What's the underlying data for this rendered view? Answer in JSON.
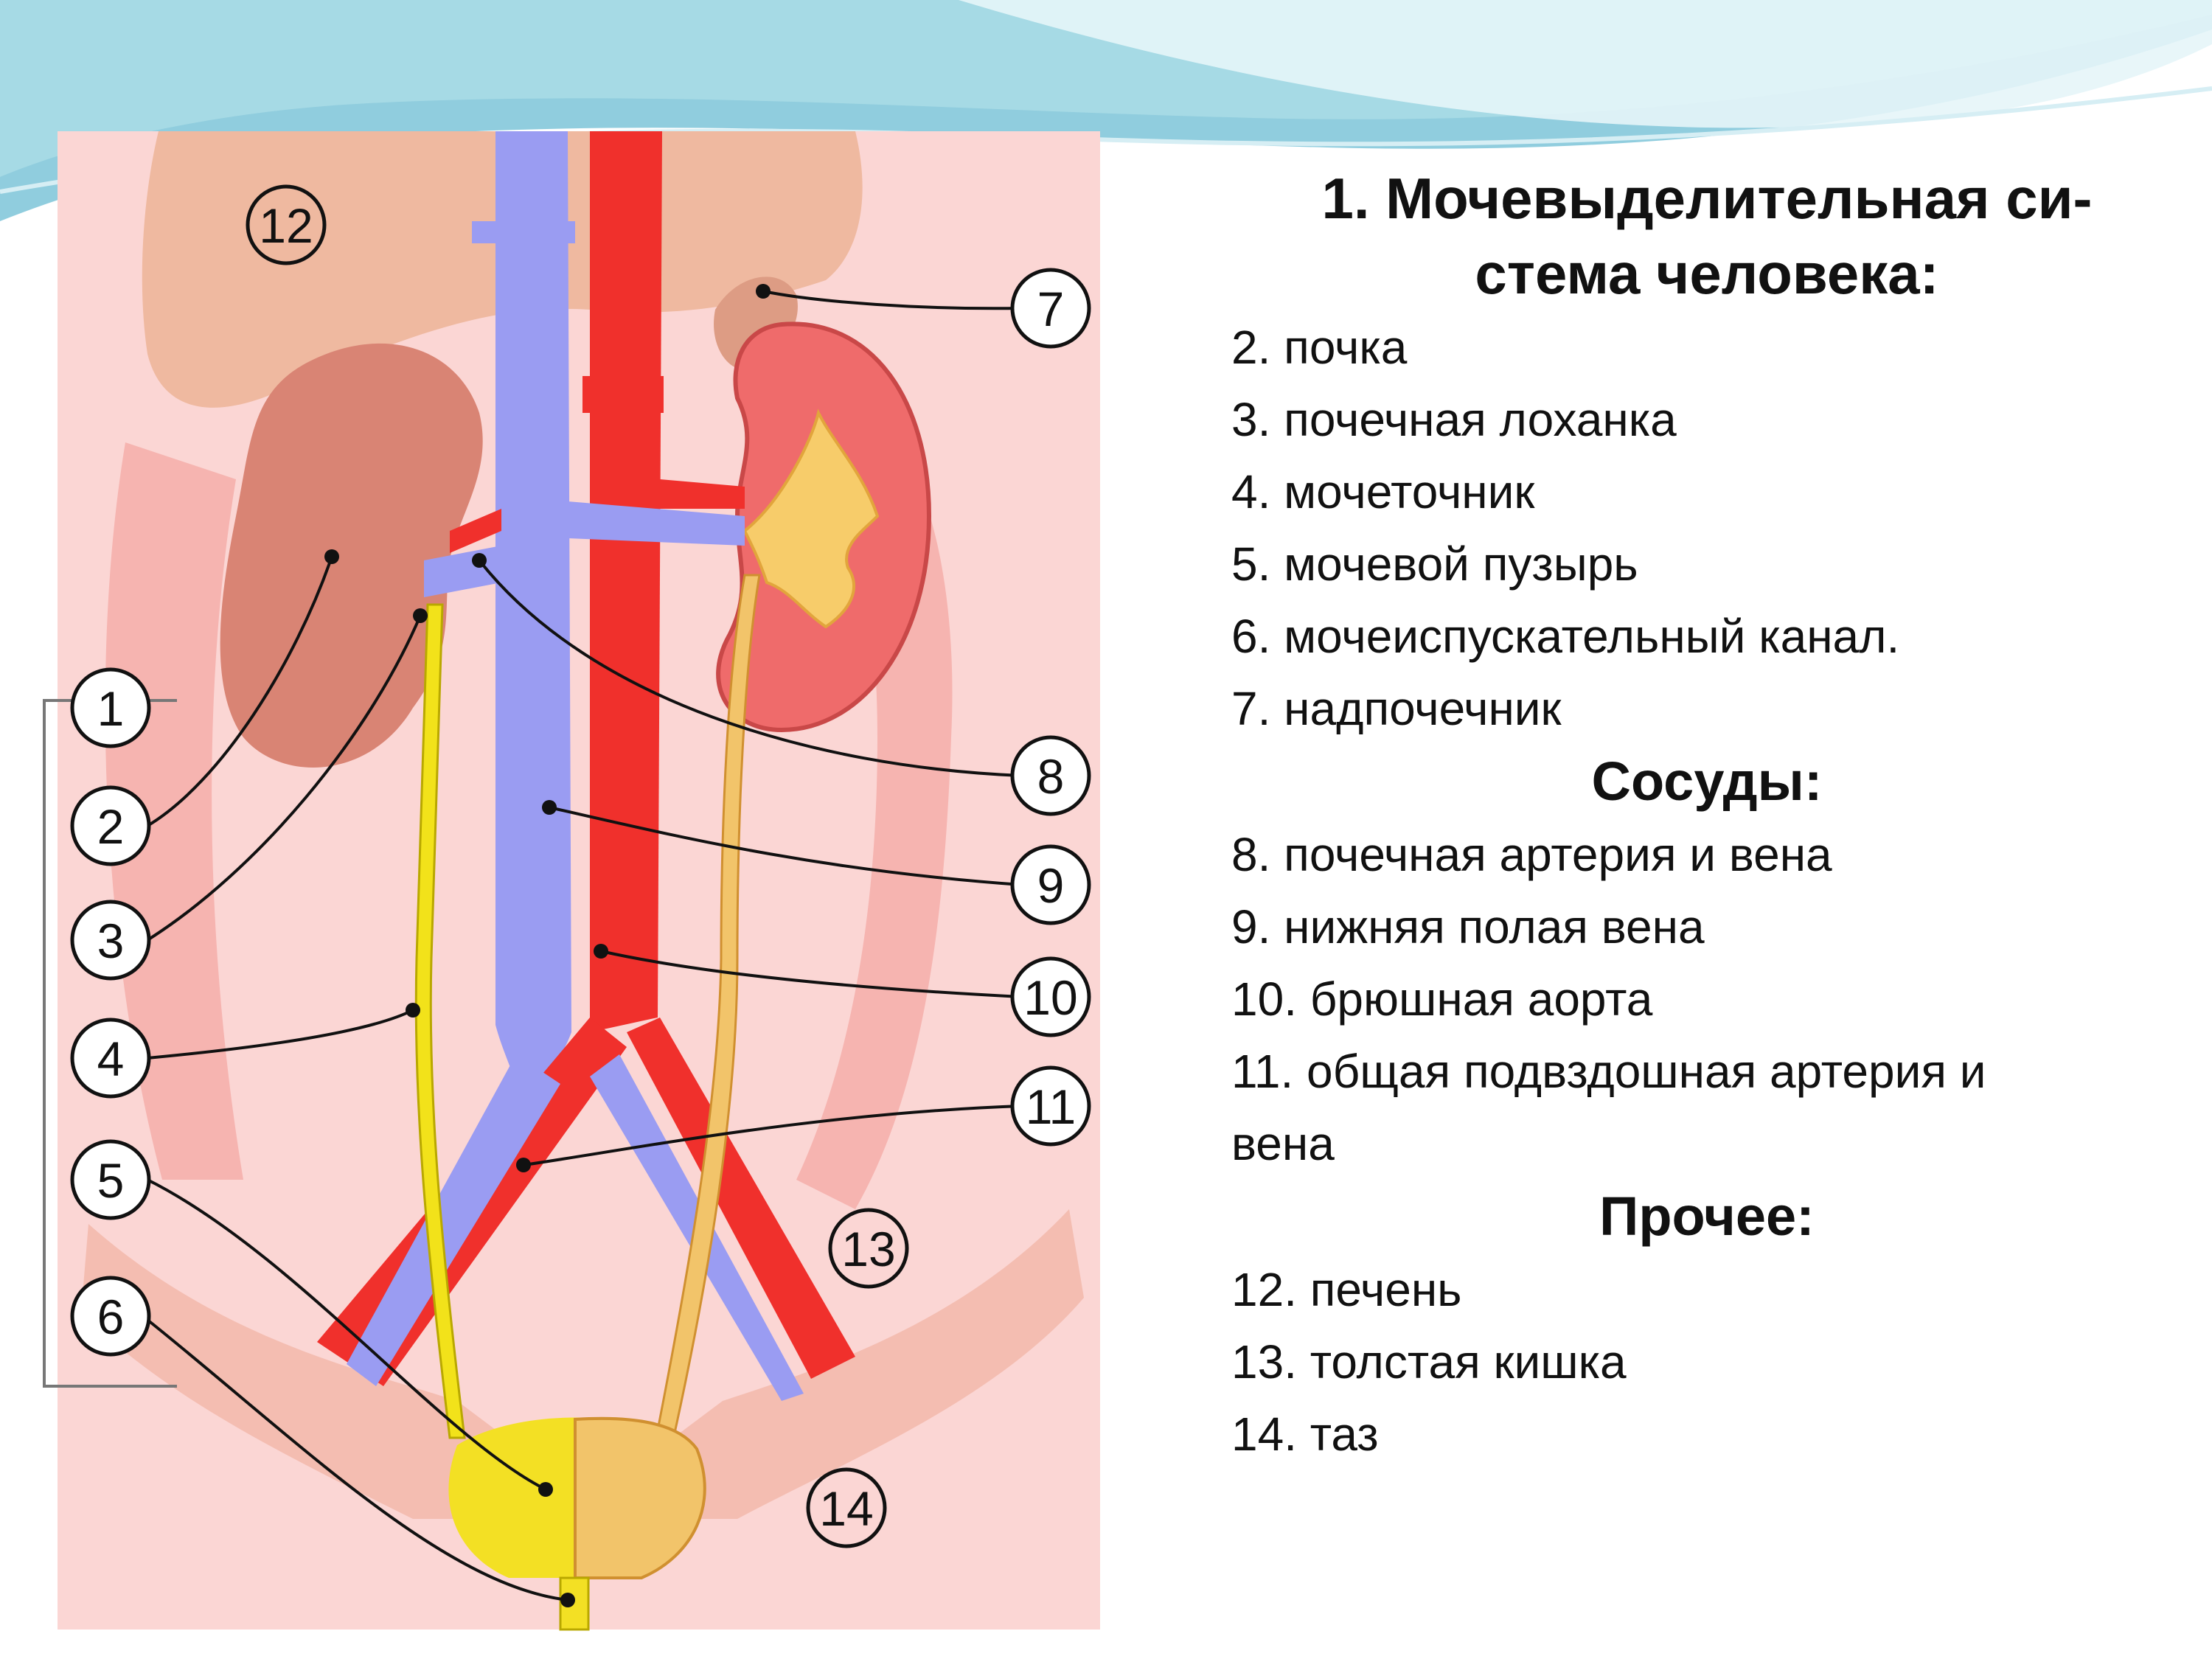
{
  "diagram": {
    "callout_labels": [
      "1",
      "2",
      "3",
      "4",
      "5",
      "6",
      "7",
      "8",
      "9",
      "10",
      "11",
      "12",
      "13",
      "14"
    ]
  },
  "legend": {
    "title": "1. Мочевыделительная си-\nстема человека:",
    "group1": [
      "2. почка",
      "3. почечная лоханка",
      "4. мочеточник",
      "5. мочевой пузырь",
      "6. мочеиспускательный канал.",
      "7. надпочечник"
    ],
    "heading_vessels": "Сосуды:",
    "group2": [
      "8. почечная артерия и вена",
      "9. нижняя полая вена",
      "10. брюшная аорта",
      "11. общая подвздошная артерия и\nвена"
    ],
    "heading_other": "Прочее:",
    "group3": [
      "12. печень",
      "13. толстая кишка",
      "14. таз"
    ]
  },
  "colors": {
    "artery": "#f0302c",
    "vein": "#9a9cf2",
    "ureter": "#f2e21a",
    "kidney": "#e86868",
    "background_body": "#fbd6d4",
    "wave": "#7cc4d8"
  }
}
